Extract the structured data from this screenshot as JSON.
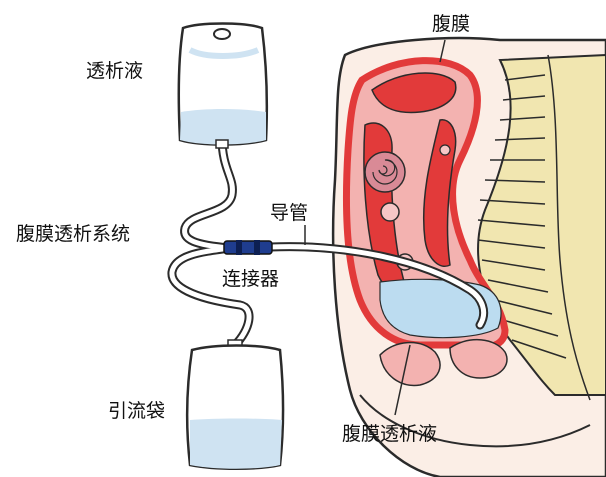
{
  "labels": {
    "dialysate": "透析液",
    "peritoneum": "腹膜",
    "pd_system": "腹膜透析系统",
    "catheter": "导管",
    "connector": "连接器",
    "drain_bag": "引流袋",
    "pd_fluid": "腹膜透析液"
  },
  "colors": {
    "bag_fill": "#ffffff",
    "bag_fluid": "#cfe3f2",
    "outline": "#2b2b2b",
    "tube": "#ffffff",
    "connector": "#1f3d8f",
    "peritoneum_red": "#e23a3a",
    "organ_pink": "#f3b2b0",
    "spine": "#f1e6b0",
    "skin": "#fbeee6",
    "abdominal_fluid": "#bcdcf0"
  }
}
